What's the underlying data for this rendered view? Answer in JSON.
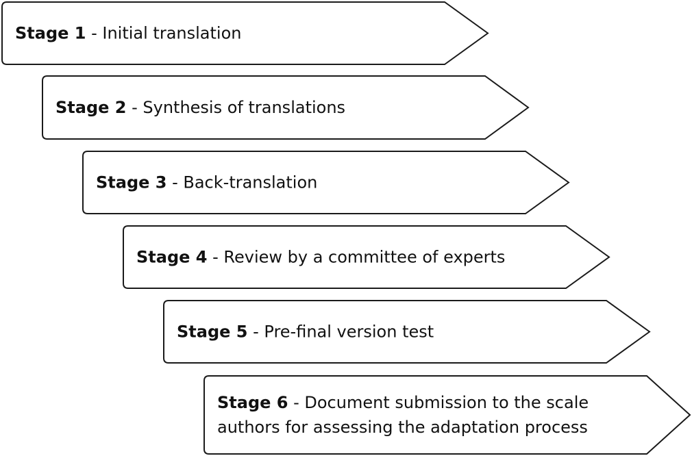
{
  "stages": [
    {
      "number": "Stage 1",
      "lines": [
        " - Initial translation"
      ]
    },
    {
      "number": "Stage 2",
      "lines": [
        " - Synthesis of translations"
      ]
    },
    {
      "number": "Stage 3",
      "lines": [
        " - Back-translation"
      ]
    },
    {
      "number": "Stage 4",
      "lines": [
        " - Review by a committee of experts"
      ]
    },
    {
      "number": "Stage 5",
      "lines": [
        " - Pre-final version test"
      ]
    },
    {
      "number": "Stage 6",
      "lines": [
        " - Document submission to the scale",
        "authors for assessing the adaptation process"
      ]
    }
  ],
  "colors": {
    "outline": "#1a1a1a",
    "fill": "#ffffff",
    "text": "#111111"
  }
}
